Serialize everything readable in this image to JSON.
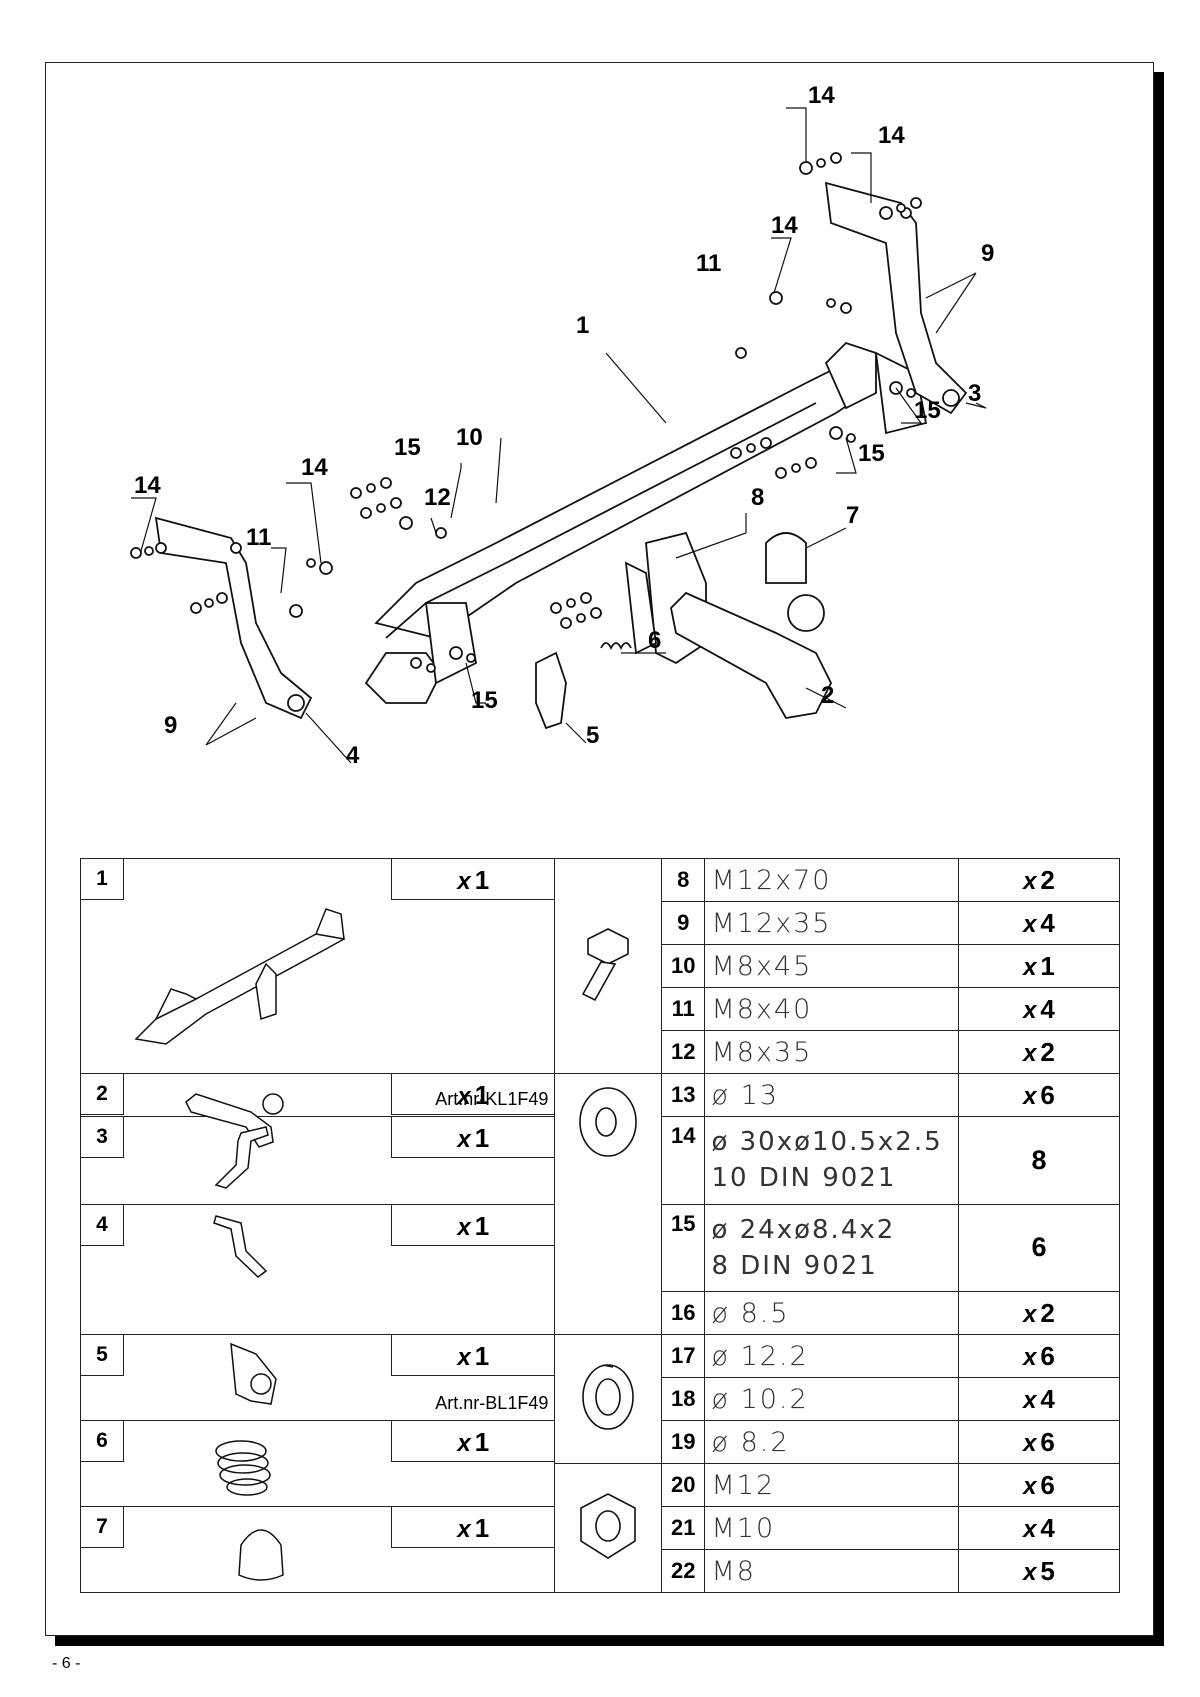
{
  "diagram": {
    "callouts": [
      "14",
      "14",
      "14",
      "9",
      "11",
      "1",
      "3",
      "15",
      "15",
      "15",
      "10",
      "12",
      "14",
      "14",
      "11",
      "8",
      "7",
      "6",
      "15",
      "2",
      "5",
      "9",
      "4"
    ]
  },
  "parts_left": [
    {
      "num": "1",
      "qty": "1",
      "art": ""
    },
    {
      "num": "2",
      "qty": "1",
      "art": "Art.nr-KL1F49"
    },
    {
      "num": "3",
      "qty": "1",
      "art": ""
    },
    {
      "num": "4",
      "qty": "1",
      "art": ""
    },
    {
      "num": "5",
      "qty": "1",
      "art": "Art.nr-BL1F49"
    },
    {
      "num": "6",
      "qty": "1",
      "art": ""
    },
    {
      "num": "7",
      "qty": "1",
      "art": ""
    }
  ],
  "qty_prefix": "x",
  "parts_right": [
    {
      "num": "8",
      "spec": "M12x70",
      "qty": "x 2"
    },
    {
      "num": "9",
      "spec": "M12x35",
      "qty": "x 4"
    },
    {
      "num": "10",
      "spec": "M8x45",
      "qty": "x 1"
    },
    {
      "num": "11",
      "spec": "M8x40",
      "qty": "x 4"
    },
    {
      "num": "12",
      "spec": "M8x35",
      "qty": "x 2"
    },
    {
      "num": "13",
      "spec": "ø 13",
      "qty": "x 6"
    },
    {
      "num": "14",
      "spec": "ø 30xø10.5x2.5",
      "spec2": "10      DIN 9021",
      "qty": "8"
    },
    {
      "num": "15",
      "spec": "ø 24xø8.4x2",
      "spec2": "8       DIN 9021",
      "qty": "6"
    },
    {
      "num": "16",
      "spec": "ø 8.5",
      "qty": "x 2"
    },
    {
      "num": "17",
      "spec": "ø 12.2",
      "qty": "x 6"
    },
    {
      "num": "18",
      "spec": "ø 10.2",
      "qty": "x 4"
    },
    {
      "num": "19",
      "spec": "ø 8.2",
      "qty": "x 6"
    },
    {
      "num": "20",
      "spec": "M12",
      "qty": "x 6"
    },
    {
      "num": "21",
      "spec": "M10",
      "qty": "x 4"
    },
    {
      "num": "22",
      "spec": "M8",
      "qty": "x 5"
    }
  ],
  "footer": "- 6 -"
}
